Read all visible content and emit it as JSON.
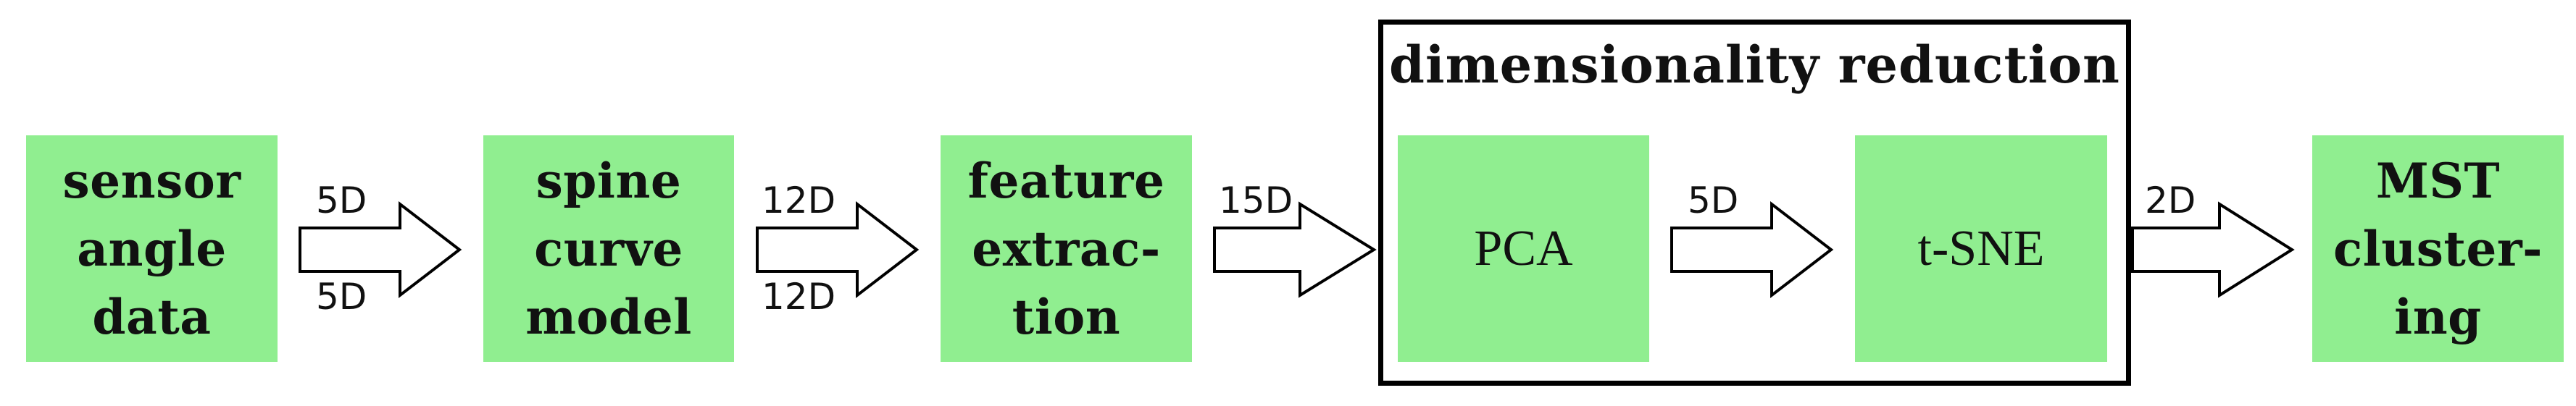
{
  "boxes": {
    "sensor": {
      "lines": [
        "sensor",
        "angle",
        "data"
      ]
    },
    "spine": {
      "lines": [
        "spine",
        "curve",
        "model"
      ]
    },
    "feature": {
      "lines": [
        "feature",
        "extrac-",
        "tion"
      ]
    },
    "pca": {
      "lines": [
        "PCA"
      ]
    },
    "tsne": {
      "lines": [
        "t-SNE"
      ]
    },
    "mst": {
      "lines": [
        "MST",
        "cluster-",
        "ing"
      ]
    }
  },
  "group": {
    "title": "dimensionality reduction"
  },
  "arrows": {
    "a1": {
      "top_label": "5D",
      "bottom_label": "5D"
    },
    "a2": {
      "top_label": "12D",
      "bottom_label": "12D"
    },
    "a3": {
      "top_label": "15D"
    },
    "a4": {
      "top_label": "5D"
    },
    "a5": {
      "top_label": "2D"
    }
  },
  "colors": {
    "box_fill": "#90ee90",
    "frame": "#000000",
    "arrow_stroke": "#000000"
  }
}
